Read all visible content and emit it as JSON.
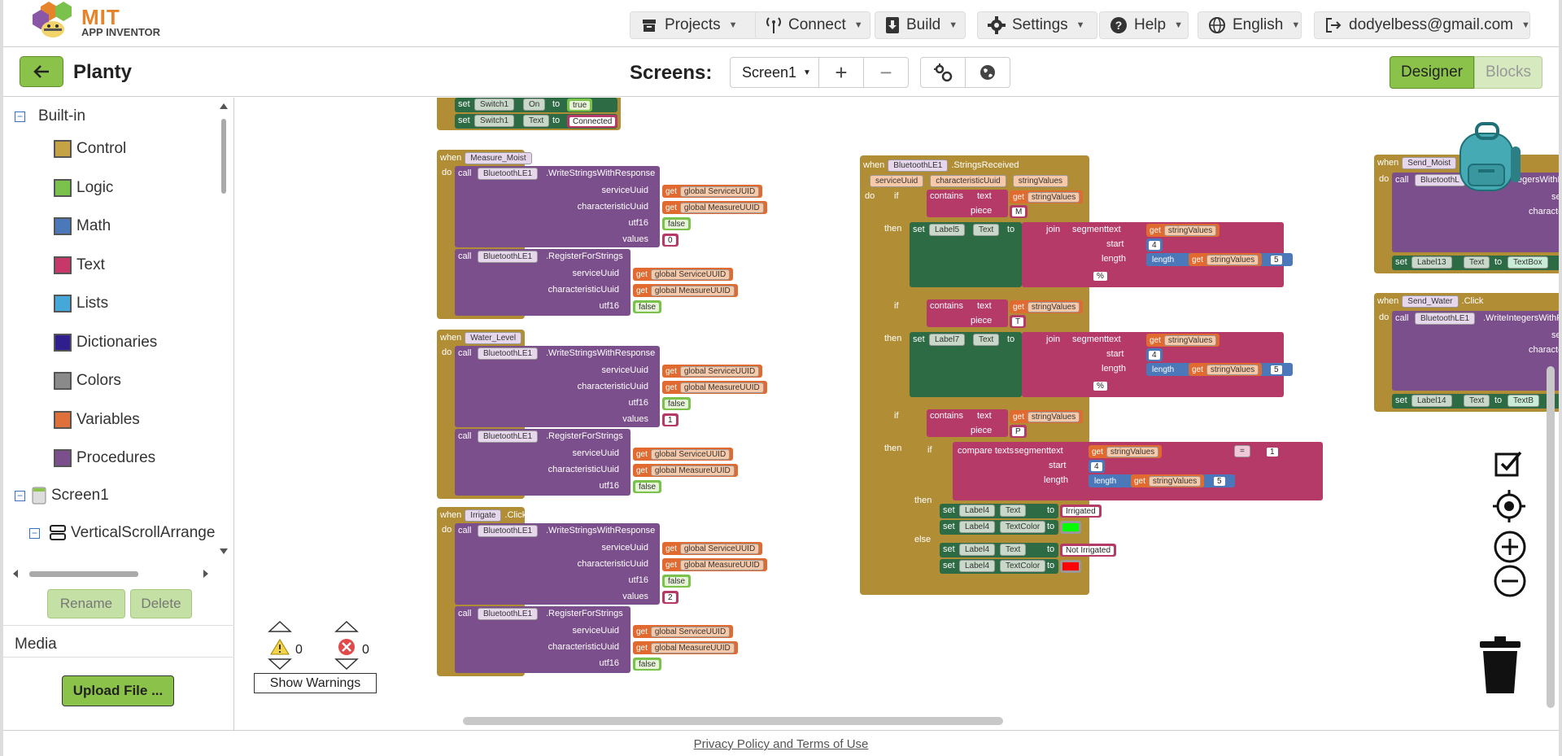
{
  "brand": {
    "mit": "MIT",
    "app_inventor": "APP INVENTOR"
  },
  "nav": {
    "projects": "Projects",
    "connect": "Connect",
    "build": "Build",
    "settings": "Settings",
    "help": "Help",
    "language": "English",
    "account": "dodyelbess@gmail.com"
  },
  "project": {
    "name": "Planty"
  },
  "screens": {
    "label": "Screens:",
    "current": "Screen1",
    "add": "+",
    "remove": "−"
  },
  "mode": {
    "designer": "Designer",
    "blocks": "Blocks"
  },
  "sidebar": {
    "builtin": "Built-in",
    "items": [
      {
        "label": "Control",
        "color": "#c5a245"
      },
      {
        "label": "Logic",
        "color": "#7bc24d"
      },
      {
        "label": "Math",
        "color": "#4a78b8"
      },
      {
        "label": "Text",
        "color": "#c8376a"
      },
      {
        "label": "Lists",
        "color": "#45a8d8"
      },
      {
        "label": "Dictionaries",
        "color": "#2e1f8d"
      },
      {
        "label": "Colors",
        "color": "#8a8a8a"
      },
      {
        "label": "Variables",
        "color": "#e0703a"
      },
      {
        "label": "Procedures",
        "color": "#7b4e8c"
      }
    ],
    "screen": "Screen1",
    "arrangement": "VerticalScrollArrange",
    "rename": "Rename",
    "delete": "Delete",
    "media": "Media",
    "upload": "Upload File ..."
  },
  "warnings": {
    "warn_count": "0",
    "error_count": "0",
    "show": "Show Warnings"
  },
  "blocks": {
    "top_fragment": {
      "switch": "Switch1",
      "on": "On",
      "true": "true",
      "text": "Text",
      "connected": "Connected"
    },
    "kw": {
      "when": "when",
      "do": "do",
      "call": "call",
      "set": "set",
      "to": "to",
      "get": "get",
      "if": "if",
      "then": "then",
      "else": "else",
      "click": ".Click"
    },
    "ble": "BluetoothLE1",
    "write_strings": ".WriteStringsWithResponse",
    "register": ".RegisterForStrings",
    "params": {
      "service": "serviceUuid",
      "characteristic": "characteristicUuid",
      "utf16": "utf16",
      "values": "values"
    },
    "globals": {
      "service": "global ServiceUUID",
      "measure": "global MeasureUUID"
    },
    "false": "false",
    "events": [
      {
        "component": "Measure_Moist",
        "value": "0"
      },
      {
        "component": "Water_Level",
        "value": "1"
      },
      {
        "component": "Irrigate",
        "value": "2"
      }
    ],
    "strings_received": {
      "event": ".StringsReceived",
      "params": [
        "serviceUuid",
        "characteristicUuid",
        "stringValues"
      ],
      "contains": "contains",
      "text": "text",
      "piece": "piece",
      "join": "join",
      "segment": "segment",
      "start": "start",
      "length": "length",
      "sv": "stringValues",
      "pieces": [
        "M",
        "T",
        "P"
      ],
      "labels": [
        "Label5",
        "Label7"
      ],
      "label4": "Label4",
      "textprop": "Text",
      "textcolor": "TextColor",
      "percent": "%",
      "four": "4",
      "five": "5",
      "minus": "-",
      "compare": "compare texts",
      "eq": "=",
      "one": "1",
      "irrigated": "Irrigated",
      "not_irrigated": "Not Irrigated",
      "color_green": "#00ff00",
      "color_red": "#ff0000"
    },
    "send_moist": {
      "component": "Send_Moist",
      "call_frag": "BluetoothL",
      "method_frag": "egersWithR",
      "label": "Label13",
      "textbox": "TextBox",
      "frag_ser": "ser",
      "frag_char": "characte"
    },
    "send_water": {
      "component": "Send_Water",
      "method_frag": ".WriteIntegersWithR",
      "label": "Label14",
      "textbox": "TextB",
      "frag_ser": "ser",
      "frag_char": "characte"
    }
  },
  "footer": {
    "privacy": "Privacy Policy and Terms of Use"
  }
}
